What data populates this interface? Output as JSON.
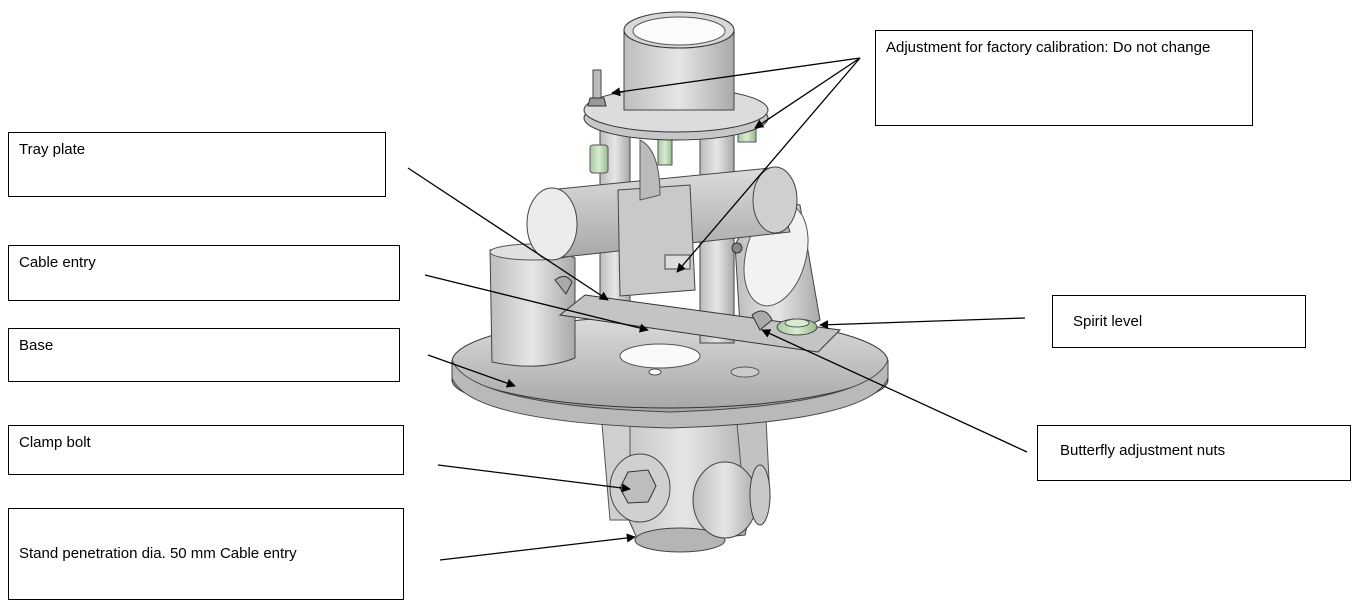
{
  "callouts": {
    "tray_plate": "Tray plate",
    "cable_entry": "Cable entry",
    "base": "Base",
    "clamp_bolt": "Clamp bolt",
    "stand_penetration": "Stand penetration dia. 50 mm Cable entry",
    "factory_adjustment": "Adjustment for factory calibration: Do not change",
    "spirit_level": "Spirit level",
    "butterfly_nuts": "Butterfly adjustment nuts"
  }
}
